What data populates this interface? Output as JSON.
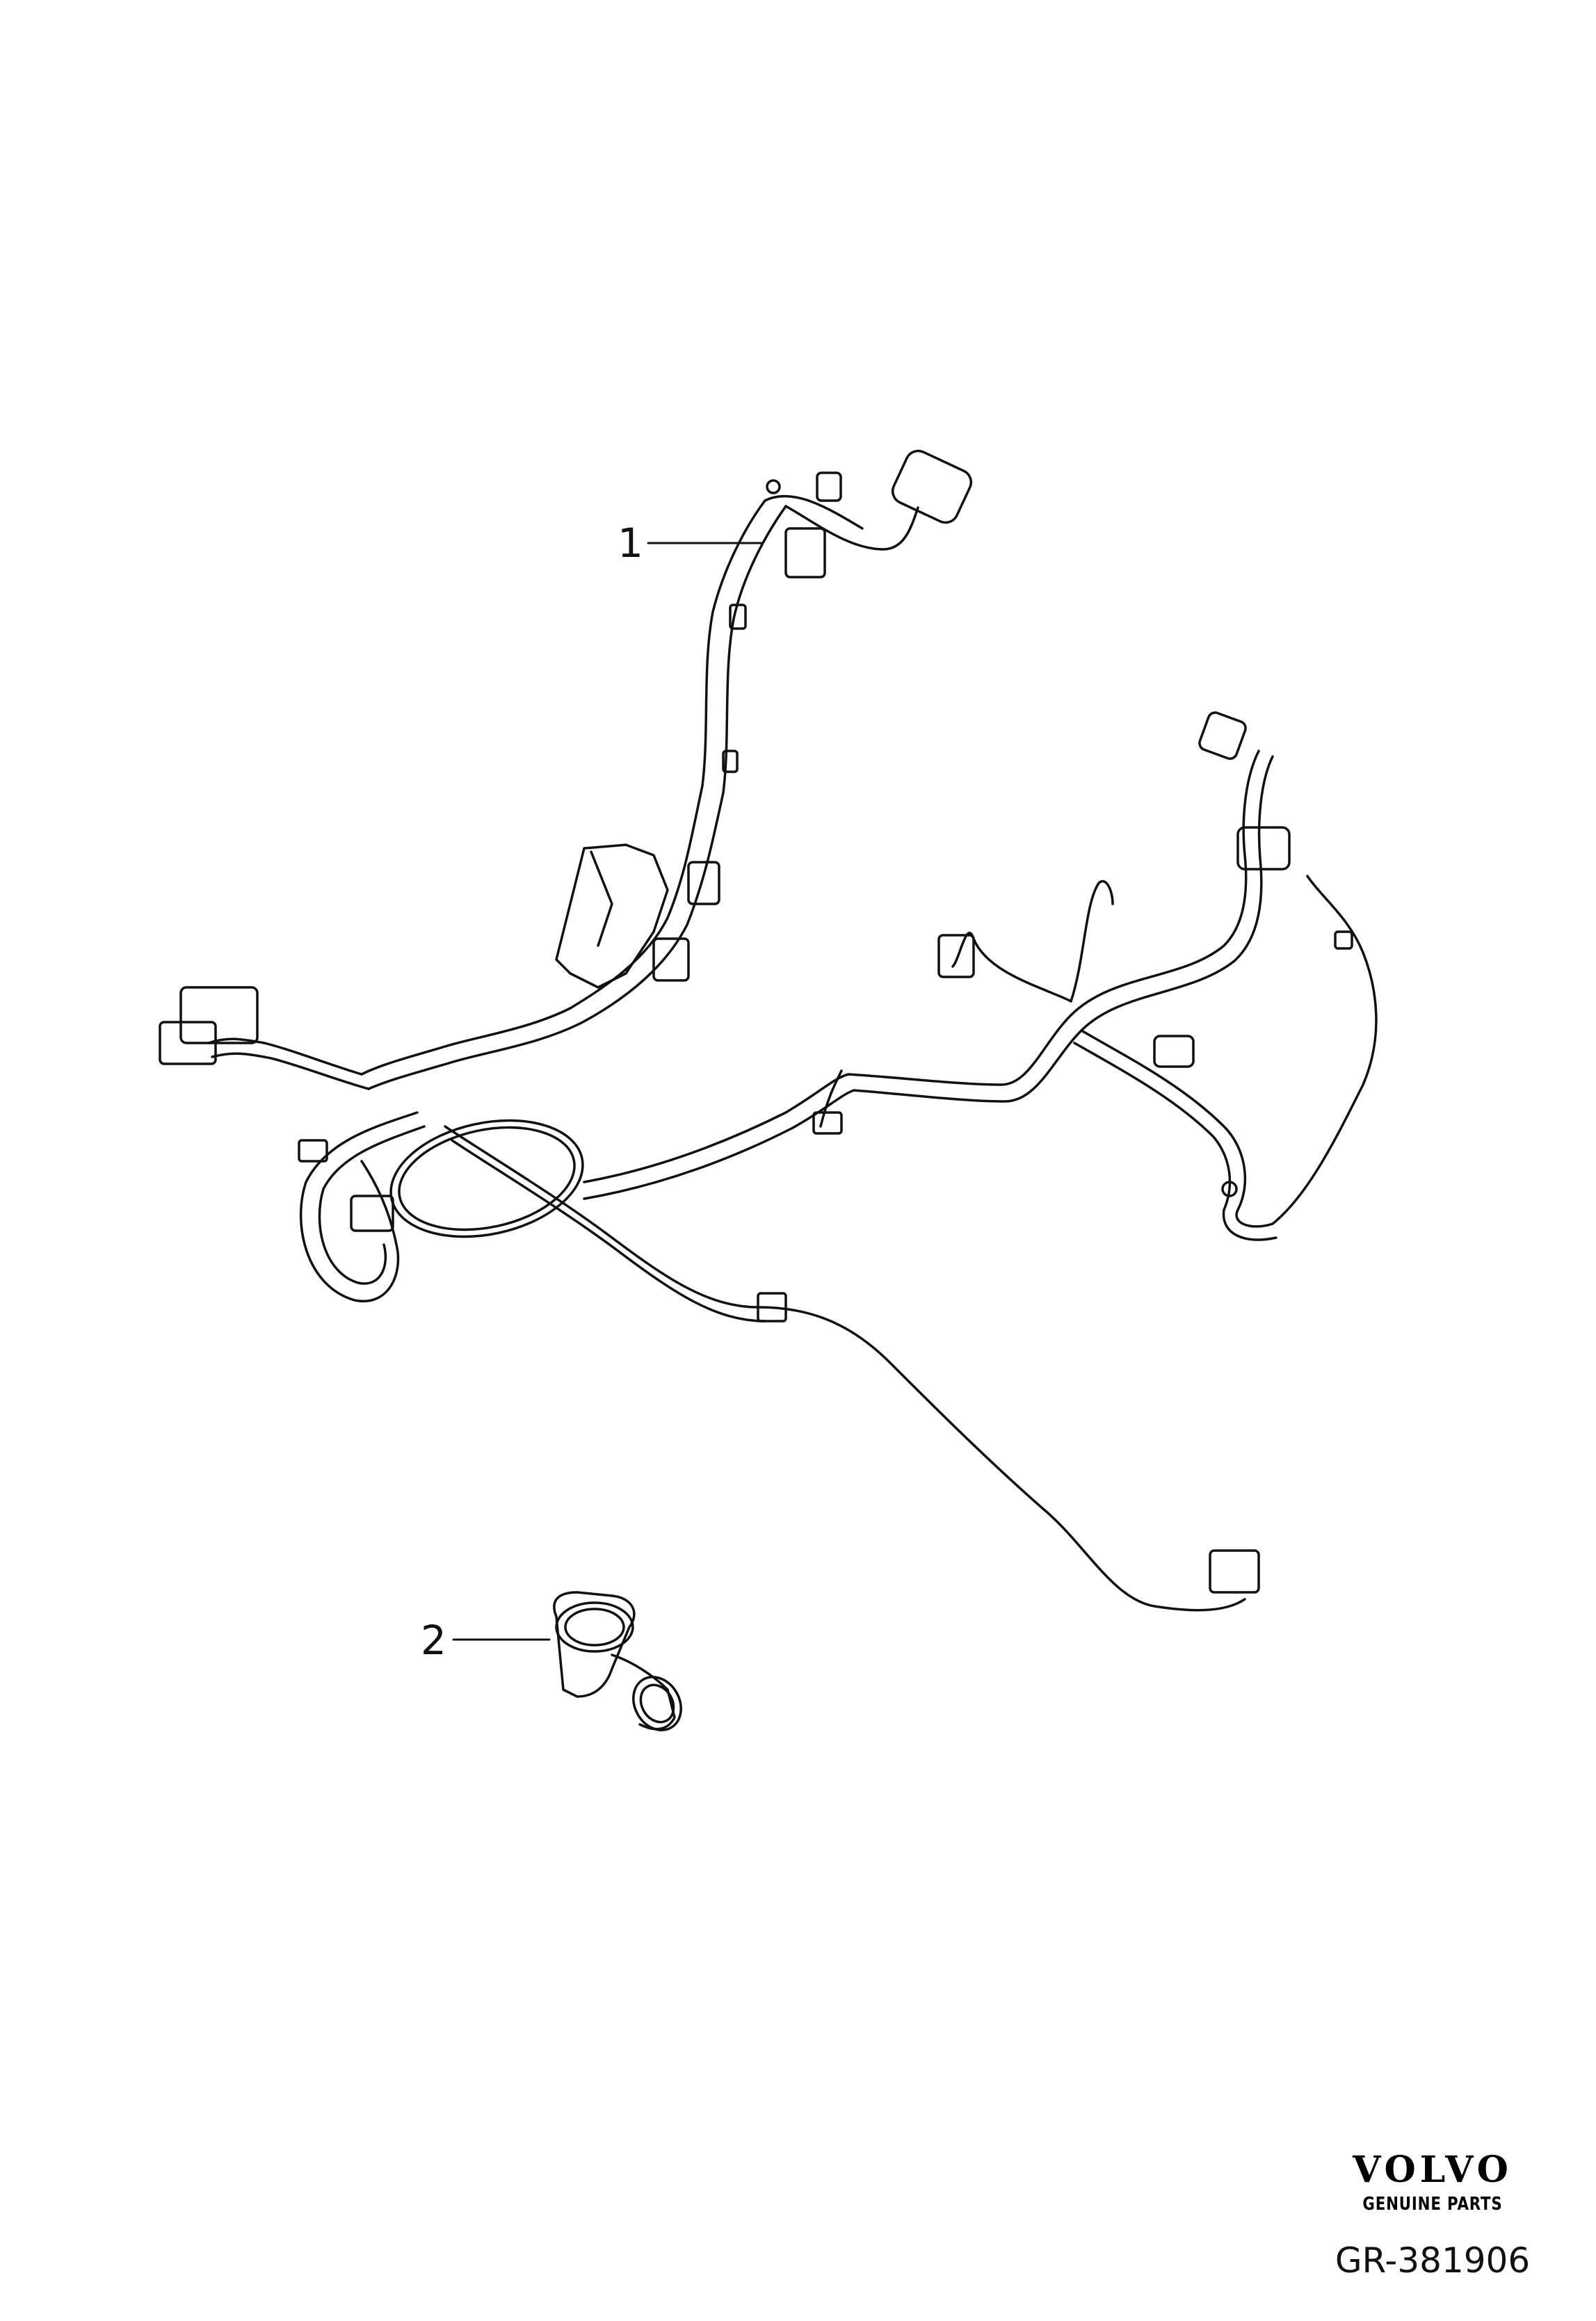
{
  "callouts": [
    {
      "label": "1"
    },
    {
      "label": "2"
    }
  ],
  "brand": {
    "logo_text": "VOLVO",
    "tagline": "GENUINE PARTS"
  },
  "reference_code": "GR-381906",
  "colors": {
    "line": "#111111",
    "background": "#ffffff"
  }
}
